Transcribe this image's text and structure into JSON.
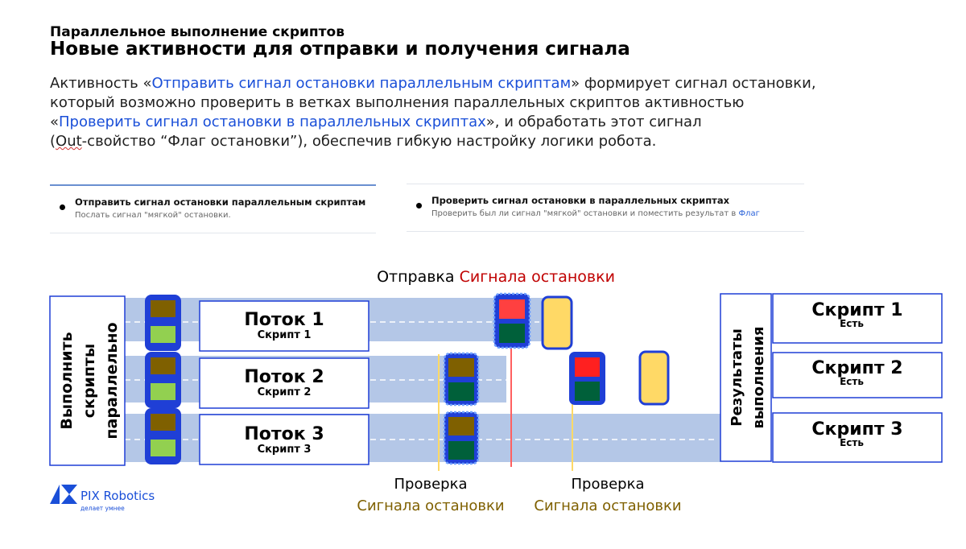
{
  "header": {
    "subtitle": "Параллельное выполнение скриптов",
    "title": "Новые  активности для отправки и получения сигнала"
  },
  "description": {
    "l1_pre": "Активность  «",
    "l1_link": "Отправить сигнал остановки параллельным скриптам",
    "l1_post": "» формирует сигнал остановки,",
    "l2": "который возможно проверить в ветках выполнения параллельных скриптов активностью",
    "l3_pre": "«",
    "l3_link": "Проверить сигнал остановки в параллельных скриптах",
    "l3_post": "», и обработать этот сигнал",
    "l4_pre": "(",
    "l4_out": "Out",
    "l4_post": "-свойство “Флаг остановки”), обеспечив гибкую настройку логики робота."
  },
  "activities": [
    {
      "title": "Отправить сигнал остановки параллельным скриптам",
      "subtitle": "Послать сигнал \"мягкой\" остановки.",
      "link": ""
    },
    {
      "title": "Проверить сигнал остановки в параллельных скриптах",
      "subtitle": "Проверить был ли сигнал \"мягкой\" остановки и поместить результат в ",
      "link": "Флаг"
    }
  ],
  "diagram": {
    "send_label": "Отправка ",
    "send_label_red": "Сигнала остановки",
    "left_box": [
      "Выполнить",
      "скрипты",
      "параллельно"
    ],
    "right_box": [
      "Результаты",
      "выполнения"
    ],
    "streams": [
      {
        "name": "Поток 1",
        "script": "Скрипт 1"
      },
      {
        "name": "Поток 2",
        "script": "Скрипт 2"
      },
      {
        "name": "Поток 3",
        "script": "Скрипт 3"
      }
    ],
    "results": [
      {
        "name": "Скрипт 1",
        "status": "Есть"
      },
      {
        "name": "Скрипт 2",
        "status": "Есть"
      },
      {
        "name": "Скрипт 3",
        "status": "Есть"
      }
    ],
    "check_labels": [
      {
        "line1": "Проверка",
        "line2": "Сигнала остановки"
      },
      {
        "line1": "Проверка",
        "line2": "Сигнала остановки"
      }
    ]
  },
  "brand": {
    "name": "PIX Robotics",
    "tagline": "делает умнее"
  },
  "colors": {
    "lane": "#b4c7e7",
    "blue_border": "#1f3fd6",
    "signal_brown": "#7f6000",
    "signal_green_light": "#92d050",
    "signal_green_dark": "#00603a",
    "signal_red": "#ff2020",
    "token_yellow": "#ffd966",
    "accent_red": "#c00000",
    "check_olive": "#7f6000",
    "link_blue": "#1a4fd8"
  }
}
